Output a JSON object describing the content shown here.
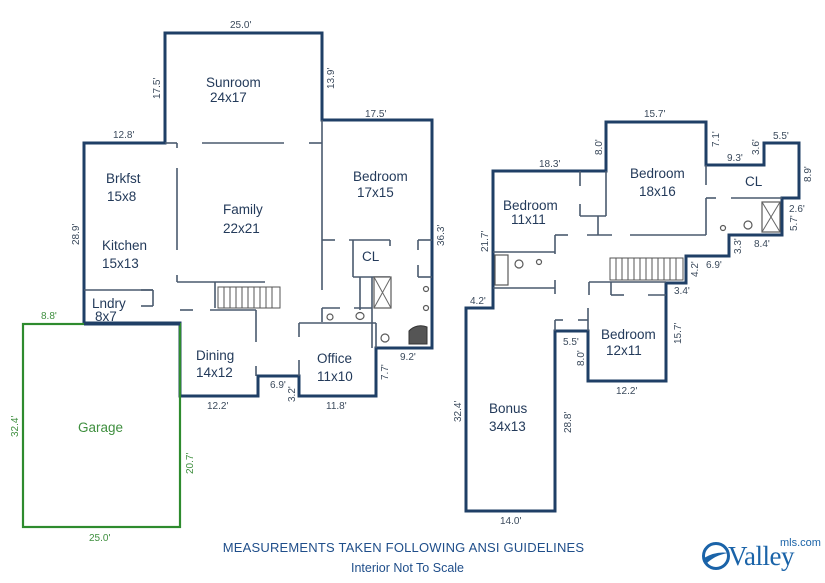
{
  "floorplan": {
    "main_floor": {
      "rooms": [
        {
          "name": "Sunroom",
          "size": "24x17"
        },
        {
          "name": "Brkfst",
          "size": "15x8"
        },
        {
          "name": "Family",
          "size": "22x21"
        },
        {
          "name": "Bedroom",
          "size": "17x15"
        },
        {
          "name": "Kitchen",
          "size": "15x13"
        },
        {
          "name": "CL",
          "size": ""
        },
        {
          "name": "Lndry",
          "size": "8x7"
        },
        {
          "name": "Dining",
          "size": "14x12"
        },
        {
          "name": "Office",
          "size": "11x10"
        },
        {
          "name": "Garage",
          "size": ""
        }
      ],
      "dimensions": {
        "sunroom_top": "25.0'",
        "sunroom_left": "17.5'",
        "sunroom_right": "13.9'",
        "bedroom_top": "17.5'",
        "brkfst_top": "12.8'",
        "left_side": "28.9'",
        "right_side": "36.3'",
        "lndry_top": "8.8'",
        "bath_bottom": "9.2'",
        "office_right": "7.7'",
        "jog_top": "6.9'",
        "jog_side": "3.2'",
        "dining_bottom": "12.2'",
        "office_bottom": "11.8'",
        "garage_left": "32.4'",
        "garage_right": "20.7'",
        "garage_bottom": "25.0'"
      }
    },
    "upper_floor": {
      "rooms": [
        {
          "name": "Bedroom",
          "size": "18x16"
        },
        {
          "name": "Bedroom",
          "size": "11x11"
        },
        {
          "name": "CL",
          "size": ""
        },
        {
          "name": "Bedroom",
          "size": "12x11"
        },
        {
          "name": "Bonus",
          "size": "34x13"
        }
      ],
      "dimensions": {
        "bed18_top": "15.7'",
        "bed18_left": "8.0'",
        "bed18_right": "7.1'",
        "bed11_top": "18.3'",
        "cl_ledge": "9.3'",
        "cl_step": "3.6'",
        "cl_top": "5.5'",
        "cl_right": "8.9'",
        "bath_step": "2.6'",
        "bath_right": "5.7'",
        "bath_bottom": "8.4'",
        "step1": "3.3'",
        "step2": "6.9'",
        "step3": "4.2'",
        "step4": "3.4'",
        "bed12_right": "15.7'",
        "bed12_bottom": "12.2'",
        "left_upper": "21.7'",
        "left_ledge": "4.2'",
        "bonus_left": "32.4'",
        "bonus_right": "28.8'",
        "bonus_bottom": "14.0'",
        "bed12_ledge": "5.5'",
        "bed12_left": "8.0'"
      }
    }
  },
  "footer": {
    "line1": "MEASUREMENTS TAKEN FOLLOWING ANSI GUIDELINES",
    "line2": "Interior Not To Scale"
  },
  "logo": {
    "name": "Valley",
    "suffix": "mls.com",
    "icon": "valleymls-swoosh-icon"
  },
  "colors": {
    "walls": "#1f3f66",
    "garage": "#2e8b2e",
    "text": "#233a5a",
    "brand": "#1a63a8"
  }
}
